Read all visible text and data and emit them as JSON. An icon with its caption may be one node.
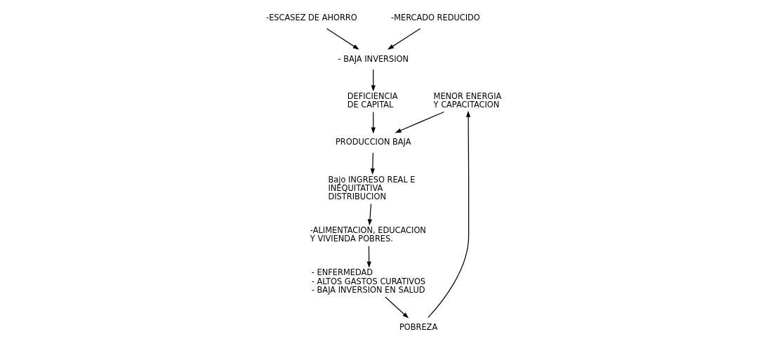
{
  "diagram": {
    "nodes": [
      {
        "text": [
          "MENOR ENERGIA Y CAPACITACION"
        ]
      },
      {
        "text": [
          "PRODUCCION BAJA"
        ]
      },
      {
        "text": [
          "Bajo INGRESO REAL E INEQUITATIVA DISTRIBUCION"
        ]
      },
      {
        "text": [
          "DEFICIENCIA DE CAPITAL"
        ]
      },
      {
        "text": [
          "-ALIMENTACION, EDUCACION Y VIVIENDA POBRES."
        ]
      },
      {
        "text": [
          "POBREZA"
        ]
      },
      {
        "text": [
          "-ESCASEZ DE AHORRO"
        ]
      },
      {
        "text": [
          "-MERCADO REDUCIDO"
        ]
      },
      {
        "text": [
          "- BAJA INVERSION"
        ]
      },
      {
        "text": [
          "- ENFERMEDAD",
          "- ALTOS GASTOS CURATIVOS",
          "- BAJA INVERSION EN SALUD"
        ]
      }
    ],
    "edges": [
      {
        "from": 0,
        "to": 1,
        "arrow": "to"
      },
      {
        "from": 3,
        "to": 1,
        "arrow": "to"
      },
      {
        "from": 1,
        "to": 2,
        "arrow": "to"
      },
      {
        "from": 2,
        "to": 4,
        "arrow": "to"
      },
      {
        "from": 4,
        "to": 9,
        "arrow": "to"
      },
      {
        "from": 9,
        "to": 5,
        "arrow": "to"
      },
      {
        "from": 5,
        "to": 0,
        "arrow": "to"
      },
      {
        "from": 8,
        "to": 3,
        "arrow": "to"
      },
      {
        "from": 6,
        "to": 8,
        "arrow": "to"
      },
      {
        "from": 7,
        "to": 8,
        "arrow": "to"
      }
    ]
  }
}
